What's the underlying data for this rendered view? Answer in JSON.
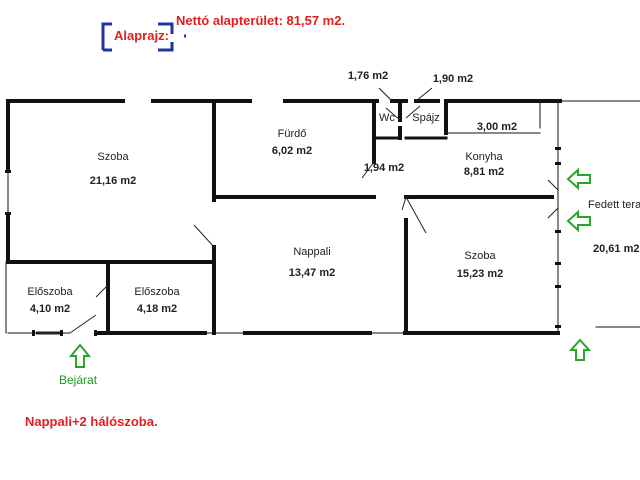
{
  "header": {
    "title": "Alaprajz:",
    "total_area": "Nettó alapterület: 81,57 m2."
  },
  "rooms": {
    "szoba_left": {
      "name": "Szoba",
      "area": "21,16 m2"
    },
    "furdo": {
      "name": "Fürdő",
      "area": "6,02 m2"
    },
    "wc": {
      "name": "Wc",
      "area": "1,76 m2"
    },
    "spajz": {
      "name": "Spájz",
      "area": "1,90 m2"
    },
    "small_room": {
      "area": "3,00 m2"
    },
    "hall": {
      "area": "1,94 m2"
    },
    "konyha": {
      "name": "Konyha",
      "area": "8,81 m2"
    },
    "terasz": {
      "name": "Fedett terasz",
      "area": "20,61 m2"
    },
    "nappali": {
      "name": "Nappali",
      "area": "13,47 m2"
    },
    "szoba_right": {
      "name": "Szoba",
      "area": "15,23 m2"
    },
    "eloszoba_1": {
      "name": "Előszoba",
      "area": "4,10 m2"
    },
    "eloszoba_2": {
      "name": "Előszoba",
      "area": "4,18 m2"
    }
  },
  "entrance": {
    "label": "Bejárat"
  },
  "summary": "Nappali+2 hálószoba.",
  "colors": {
    "wall": "#111111",
    "text_red": "#e02020",
    "arrow_green": "#2aa52a",
    "bracket_blue": "#2233aa"
  }
}
